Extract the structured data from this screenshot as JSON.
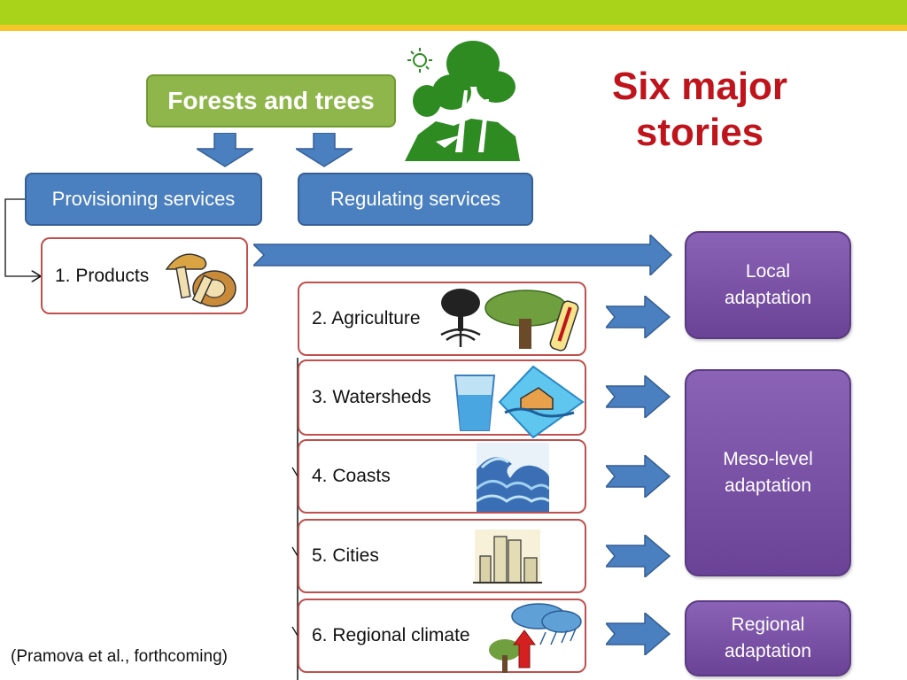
{
  "header": {
    "title_line1": "Six major",
    "title_line2": "stories"
  },
  "root": {
    "label": "Forests and trees",
    "icon": "forest-trees-icon"
  },
  "services": {
    "provisioning": "Provisioning services",
    "regulating": "Regulating services"
  },
  "stories": [
    {
      "label": "1. Products",
      "icon": "mushrooms-icon"
    },
    {
      "label": "2. Agriculture",
      "icon": "tree-roots-thermometer-icon"
    },
    {
      "label": "3. Watersheds",
      "icon": "water-glass-flood-icon"
    },
    {
      "label": "4. Coasts",
      "icon": "waves-icon"
    },
    {
      "label": "5. Cities",
      "icon": "city-skyline-icon"
    },
    {
      "label": "6. Regional climate",
      "icon": "cloud-rain-tree-icon"
    }
  ],
  "outcomes": {
    "local": "Local adaptation",
    "meso": "Meso-level adaptation",
    "regional": "Regional adaptation"
  },
  "citation": "(Pramova et al., forthcoming)",
  "colors": {
    "top_bar": "#a9d31a",
    "top_bar_accent": "#f6c52a",
    "root_box": "#8fb64a",
    "service_box": "#4a7fc0",
    "story_border": "#c0504d",
    "outcome_box": "#7b55a8",
    "title": "#c0141c",
    "arrow": "#4a7fc0"
  }
}
